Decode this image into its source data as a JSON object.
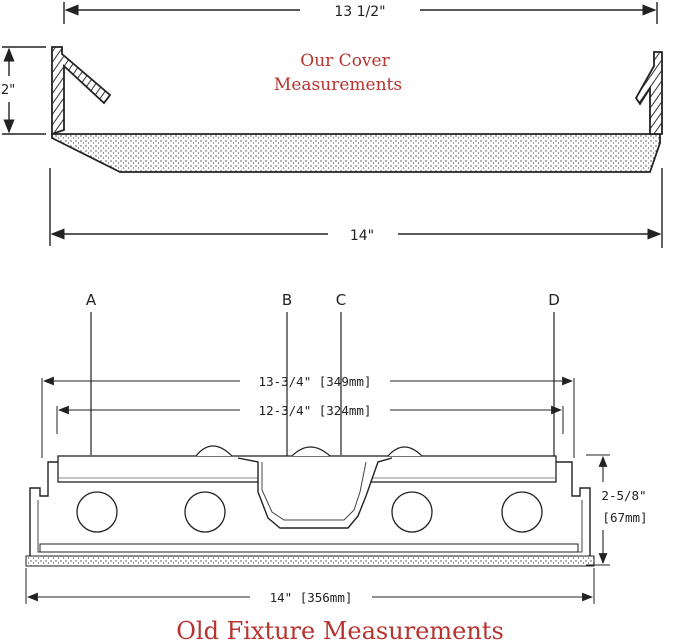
{
  "top_diagram": {
    "title_line1": "Our Cover",
    "title_line2": "Measurements",
    "width_top": "13 1/2\"",
    "height": "2\"",
    "width_bottom": "14\""
  },
  "bottom_diagram": {
    "labels": [
      "A",
      "B",
      "C",
      "D"
    ],
    "dim_outer": "13-3/4\" [349mm]",
    "dim_inner": "12-3/4\" [324mm]",
    "dim_height_line1": "2-5/8\"",
    "dim_height_line2": "[67mm]",
    "dim_width": "14\" [356mm]",
    "title": "Old Fixture Measurements"
  },
  "colors": {
    "title_red": "#b8322e",
    "line": "#222222"
  }
}
